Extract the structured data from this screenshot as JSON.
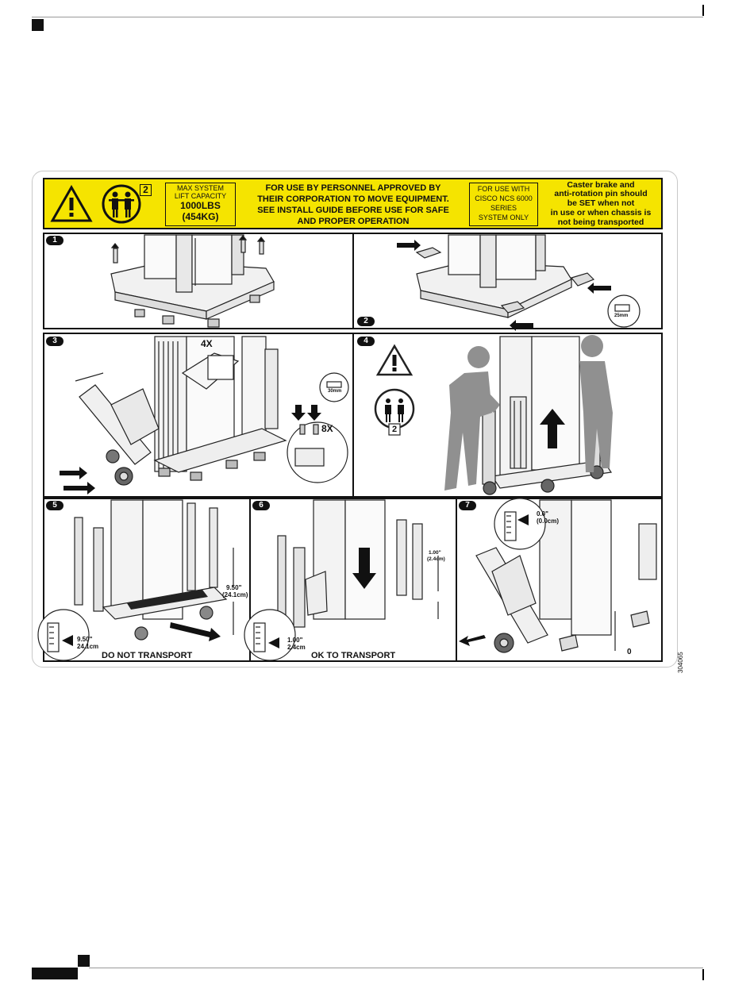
{
  "banner": {
    "capacity_line1": "MAX SYSTEM",
    "capacity_line2": "LIFT CAPACITY",
    "capacity_lbs": "1000LBS",
    "capacity_kg": "(454KG)",
    "team_lift_count": "2",
    "personnel_line1": "FOR USE BY PERSONNEL APPROVED BY",
    "personnel_line2": "THEIR CORPORATION TO MOVE EQUIPMENT.",
    "personnel_line3": "SEE INSTALL GUIDE BEFORE USE FOR SAFE",
    "personnel_line4": "AND PROPER OPERATION",
    "use_with_line1": "FOR USE WITH",
    "use_with_line2": "CISCO NCS 6000",
    "use_with_line3": "SERIES",
    "use_with_line4": "SYSTEM ONLY",
    "caster_line1": "Caster brake and",
    "caster_line2": "anti-rotation pin should",
    "caster_line3": "be SET when not",
    "caster_line4": "in use or when chassis is",
    "caster_line5": "not being transported",
    "color": "#f5e400"
  },
  "panels": {
    "p1": {
      "step": "1"
    },
    "p2": {
      "step": "2",
      "bolt_size": "25mm"
    },
    "p3": {
      "step": "3",
      "count_top": "4X",
      "count_bottom": "8X",
      "bolt_size": "30mm"
    },
    "p4": {
      "step": "4",
      "team_lift_count": "2"
    },
    "p5": {
      "step": "5",
      "height_in": "9.50\"",
      "height_cm": "(24.1cm)",
      "gauge_in": "9.50\"",
      "gauge_cm": "24.1cm",
      "caption": "DO NOT TRANSPORT"
    },
    "p6": {
      "step": "6",
      "height_in": "1.00\"",
      "height_cm": "(2.4cm)",
      "gauge_in": "1.00\"",
      "gauge_cm": "2.4cm",
      "caption": "OK TO TRANSPORT"
    },
    "p7": {
      "step": "7",
      "gauge_in": "0.0\"",
      "gauge_cm": "(0.0cm)",
      "zero_mark": "0"
    }
  },
  "figure_id": "304065"
}
